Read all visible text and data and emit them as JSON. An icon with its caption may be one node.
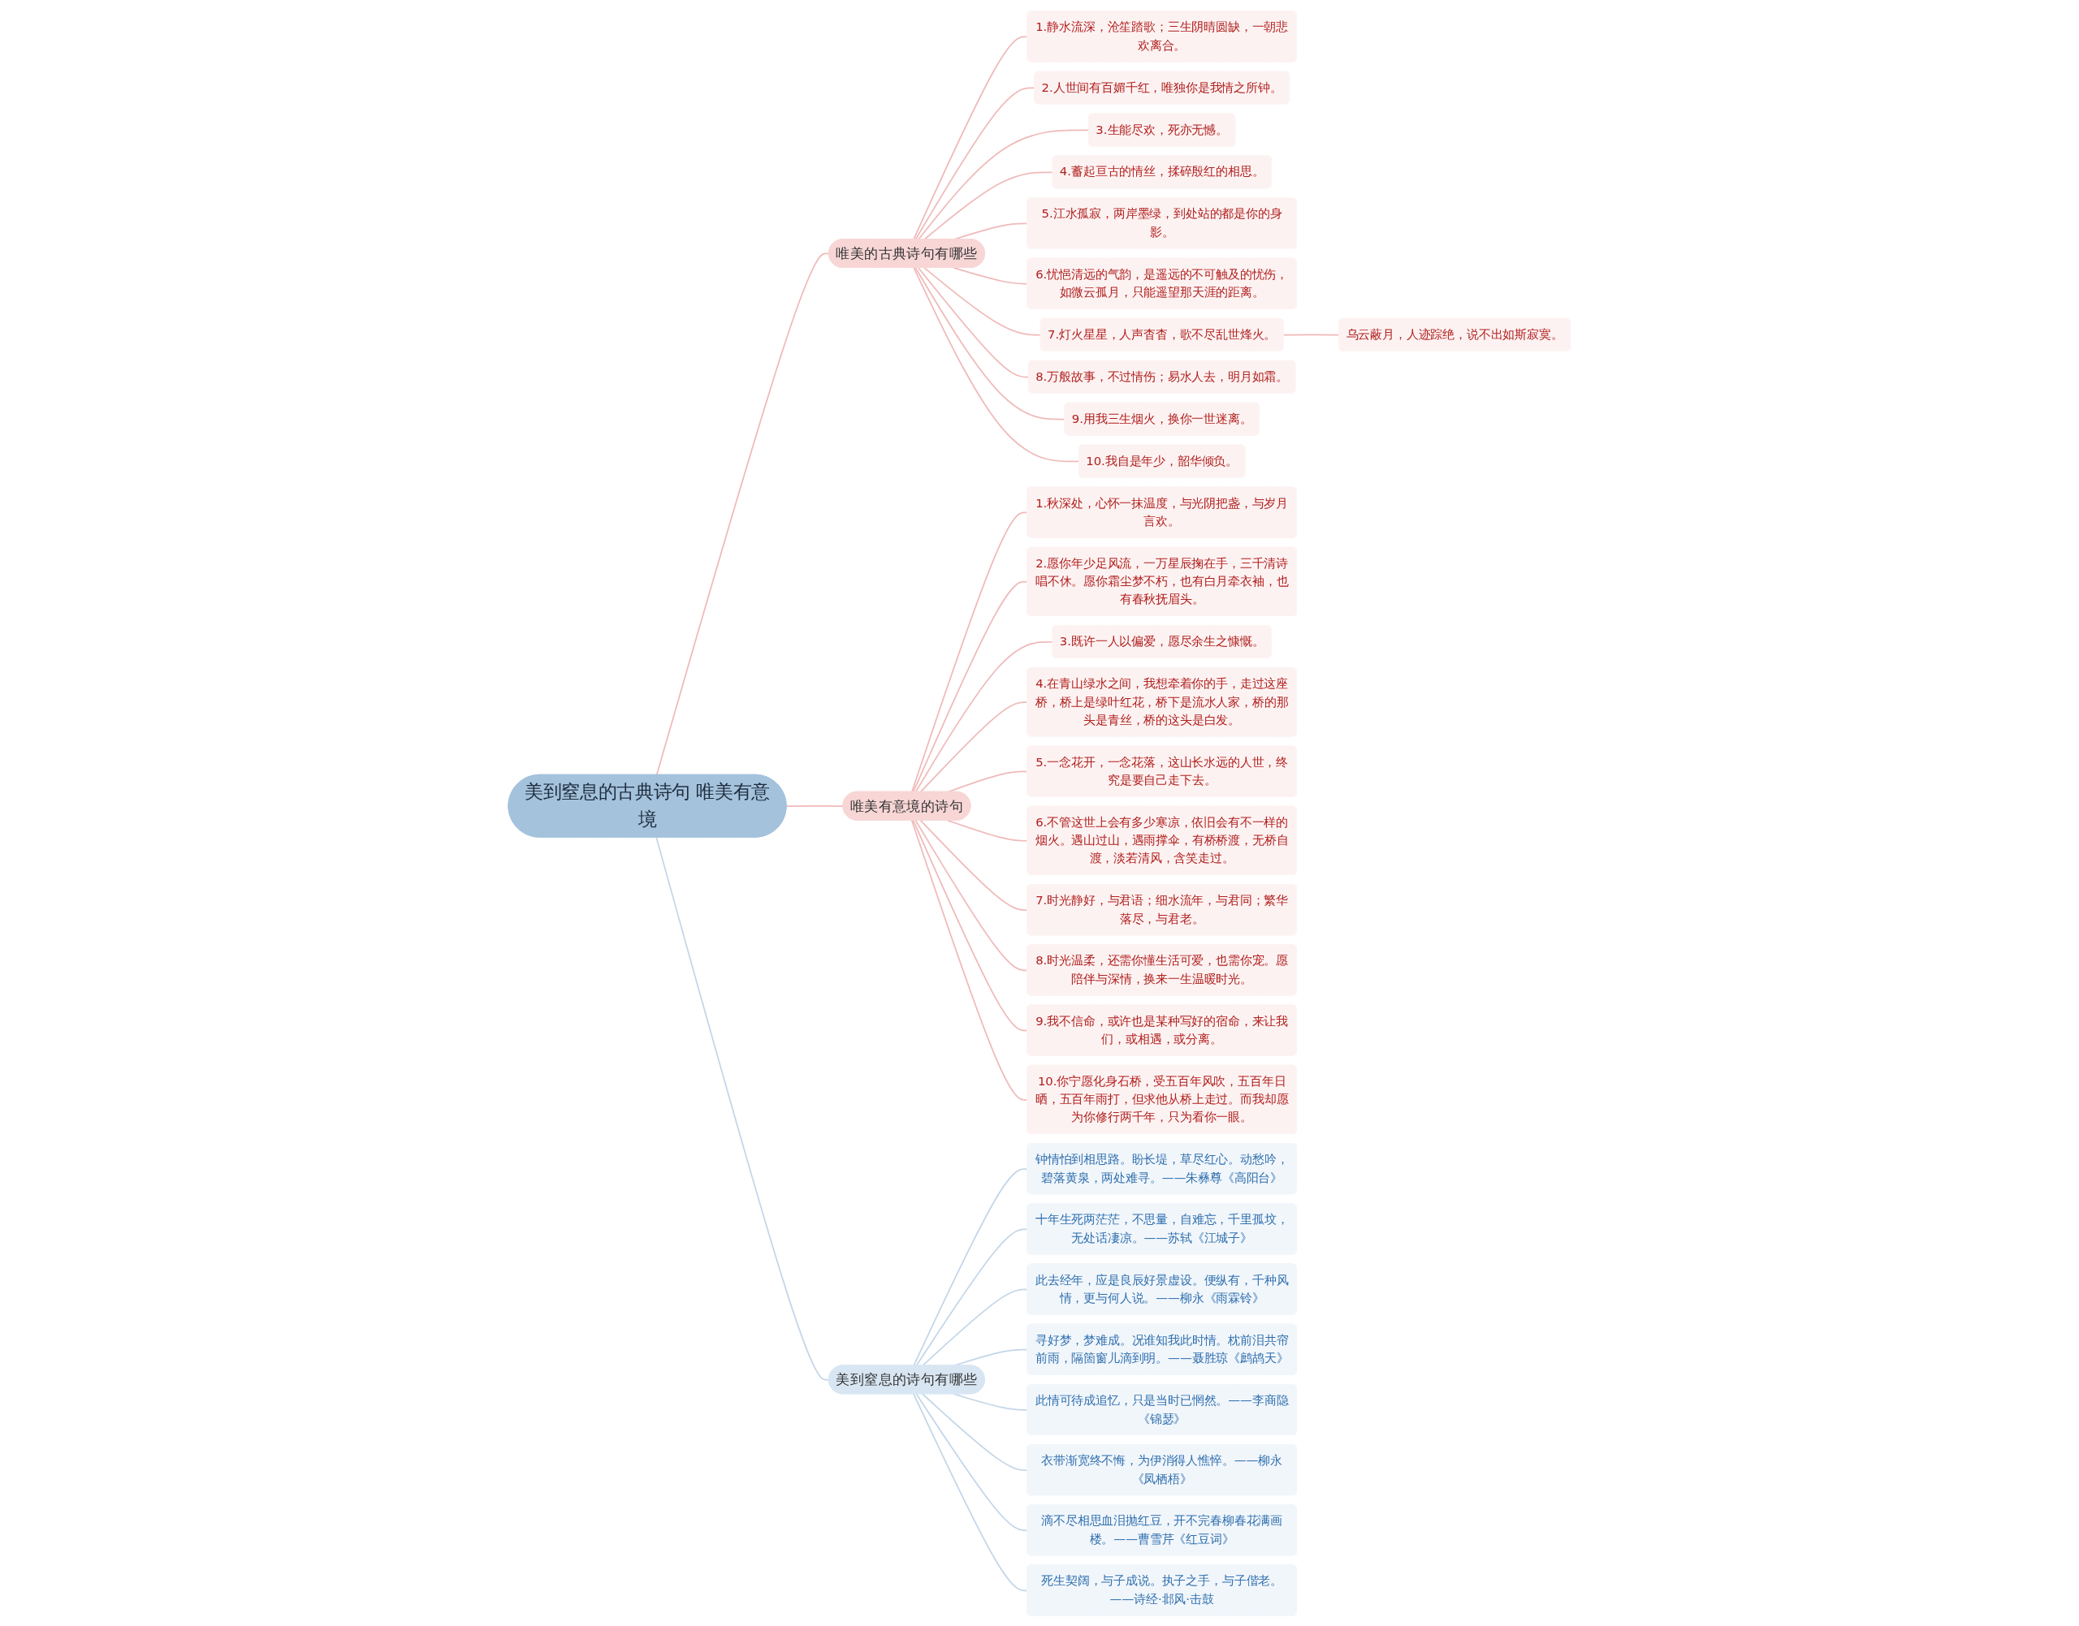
{
  "diagram": {
    "nodes": [
      {
        "text": [
          "美到窒息的古典诗句 唯美有意境"
        ]
      },
      {
        "text": [
          "唯美的古典诗句有哪些"
        ]
      },
      {
        "text": [
          "1.静水流深，沧笙踏歌；三生阴晴圆缺，一朝悲欢离合。"
        ]
      },
      {
        "text": [
          "2.人世间有百媚千红，唯独你是我情之所钟。"
        ]
      },
      {
        "text": [
          "3.生能尽欢，死亦无憾。"
        ]
      },
      {
        "text": [
          "4.蓄起亘古的情丝，揉碎殷红的相思。"
        ]
      },
      {
        "text": [
          "5.江水孤寂，两岸墨绿，到处站的都是你的身影。"
        ]
      },
      {
        "text": [
          "6.忧悒清远的气韵，是遥远的不可触及的忧伤，如微云孤月，只能遥望那天涯的距离。"
        ]
      },
      {
        "text": [
          "7.灯火星星，人声杳杳，歌不尽乱世烽火。"
        ]
      },
      {
        "text": [
          "8.万般故事，不过情伤；易水人去，明月如霜。"
        ]
      },
      {
        "text": [
          "9.用我三生烟火，换你一世迷离。"
        ]
      },
      {
        "text": [
          "10.我自是年少，韶华倾负。"
        ]
      },
      {
        "text": [
          "乌云蔽月，人迹踪绝，说不出如斯寂寞。"
        ]
      },
      {
        "text": [
          "唯美有意境的诗句"
        ]
      },
      {
        "text": [
          "1.秋深处，心怀一抹温度，与光阴把盏，与岁月言欢。"
        ]
      },
      {
        "text": [
          "2.愿你年少足风流，一万星辰掬在手，三千清诗唱不休。愿你霜尘梦不朽，也有白月牵衣袖，也有春秋抚眉头。"
        ]
      },
      {
        "text": [
          "3.既许一人以偏爱，愿尽余生之慷慨。"
        ]
      },
      {
        "text": [
          "4.在青山绿水之间，我想牵着你的手，走过这座桥，桥上是绿叶红花，桥下是流水人家，桥的那头是青丝，桥的这头是白发。"
        ]
      },
      {
        "text": [
          "5.一念花开，一念花落，这山长水远的人世，终究是要自己走下去。"
        ]
      },
      {
        "text": [
          "6.不管这世上会有多少寒凉，依旧会有不一样的烟火。遇山过山，遇雨撑伞，有桥桥渡，无桥自渡，淡若清风，含笑走过。"
        ]
      },
      {
        "text": [
          "7.时光静好，与君语；细水流年，与君同；繁华落尽，与君老。"
        ]
      },
      {
        "text": [
          "8.时光温柔，还需你懂生活可爱，也需你宠。愿陪伴与深情，换来一生温暖时光。"
        ]
      },
      {
        "text": [
          "9.我不信命，或许也是某种写好的宿命，来让我们，或相遇，或分离。"
        ]
      },
      {
        "text": [
          "10.你宁愿化身石桥，受五百年风吹，五百年日晒，五百年雨打，但求他从桥上走过。而我却愿为你修行两千年，只为看你一眼。"
        ]
      },
      {
        "text": [
          "美到窒息的诗句有哪些"
        ]
      },
      {
        "text": [
          "钟情怕到相思路。盼长堤，草尽红心。动愁吟，碧落黄泉，两处难寻。——朱彝尊《高阳台》"
        ]
      },
      {
        "text": [
          "十年生死两茫茫，不思量，自难忘，千里孤坟，无处话凄凉。——苏轼《江城子》"
        ]
      },
      {
        "text": [
          "此去经年，应是良辰好景虚设。便纵有，千种风情，更与何人说。——柳永《雨霖铃》"
        ]
      },
      {
        "text": [
          "寻好梦，梦难成。况谁知我此时情。枕前泪共帘前雨，隔箇窗儿滴到明。——聂胜琼《鹧鸪天》"
        ]
      },
      {
        "text": [
          "此情可待成追忆，只是当时已惘然。——李商隐《锦瑟》"
        ]
      },
      {
        "text": [
          "衣带渐宽终不悔，为伊消得人憔悴。——柳永《凤栖梧》"
        ]
      },
      {
        "text": [
          "滴不尽相思血泪抛红豆，开不完春柳春花满画楼。——曹雪芹《红豆词》"
        ]
      },
      {
        "text": [
          "死生契阔，与子成说。执子之手，与子偕老。——诗经·邶风·击鼓"
        ]
      }
    ],
    "edges": [
      {
        "from": 0,
        "to": 1,
        "arrow": "none"
      },
      {
        "from": 1,
        "to": 2,
        "arrow": "none"
      },
      {
        "from": 1,
        "to": 3,
        "arrow": "none"
      },
      {
        "from": 1,
        "to": 4,
        "arrow": "none"
      },
      {
        "from": 1,
        "to": 5,
        "arrow": "none"
      },
      {
        "from": 1,
        "to": 6,
        "arrow": "none"
      },
      {
        "from": 1,
        "to": 7,
        "arrow": "none"
      },
      {
        "from": 1,
        "to": 8,
        "arrow": "none"
      },
      {
        "from": 1,
        "to": 9,
        "arrow": "none"
      },
      {
        "from": 1,
        "to": 10,
        "arrow": "none"
      },
      {
        "from": 1,
        "to": 11,
        "arrow": "none"
      },
      {
        "from": 8,
        "to": 12,
        "arrow": "none"
      },
      {
        "from": 0,
        "to": 13,
        "arrow": "none"
      },
      {
        "from": 13,
        "to": 14,
        "arrow": "none"
      },
      {
        "from": 13,
        "to": 15,
        "arrow": "none"
      },
      {
        "from": 13,
        "to": 16,
        "arrow": "none"
      },
      {
        "from": 13,
        "to": 17,
        "arrow": "none"
      },
      {
        "from": 13,
        "to": 18,
        "arrow": "none"
      },
      {
        "from": 13,
        "to": 19,
        "arrow": "none"
      },
      {
        "from": 13,
        "to": 20,
        "arrow": "none"
      },
      {
        "from": 13,
        "to": 21,
        "arrow": "none"
      },
      {
        "from": 13,
        "to": 22,
        "arrow": "none"
      },
      {
        "from": 13,
        "to": 23,
        "arrow": "none"
      },
      {
        "from": 0,
        "to": 24,
        "arrow": "none",
        "color": "#c3d6e8"
      },
      {
        "from": 24,
        "to": 25,
        "arrow": "none",
        "color": "#c3d6e8"
      },
      {
        "from": 24,
        "to": 26,
        "arrow": "none",
        "color": "#c3d6e8"
      },
      {
        "from": 24,
        "to": 27,
        "arrow": "none",
        "color": "#c3d6e8"
      },
      {
        "from": 24,
        "to": 28,
        "arrow": "none",
        "color": "#c3d6e8"
      },
      {
        "from": 24,
        "to": 29,
        "arrow": "none",
        "color": "#c3d6e8"
      },
      {
        "from": 24,
        "to": 30,
        "arrow": "none",
        "color": "#c3d6e8"
      },
      {
        "from": 24,
        "to": 31,
        "arrow": "none",
        "color": "#c3d6e8"
      },
      {
        "from": 24,
        "to": 32,
        "arrow": "none",
        "color": "#c3d6e8"
      }
    ]
  }
}
